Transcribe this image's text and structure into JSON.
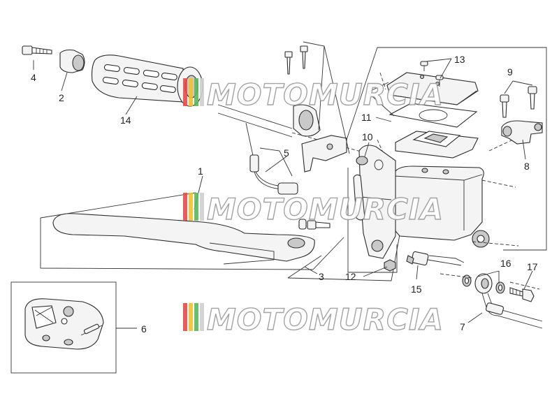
{
  "watermark": {
    "text": "MOTOMURCIA",
    "stripe_colors": [
      "#e84a4a",
      "#f2c230",
      "#5cb85c",
      "#d0d0d0"
    ]
  },
  "callouts": {
    "c1": "1",
    "c2": "2",
    "c3": "3",
    "c4": "4",
    "c5": "5",
    "c6": "6",
    "c7": "7",
    "c8": "8",
    "c9": "9",
    "c10": "10",
    "c11": "11",
    "c12": "12",
    "c13": "13",
    "c14": "14",
    "c15": "15",
    "c16": "16",
    "c17": "17"
  }
}
